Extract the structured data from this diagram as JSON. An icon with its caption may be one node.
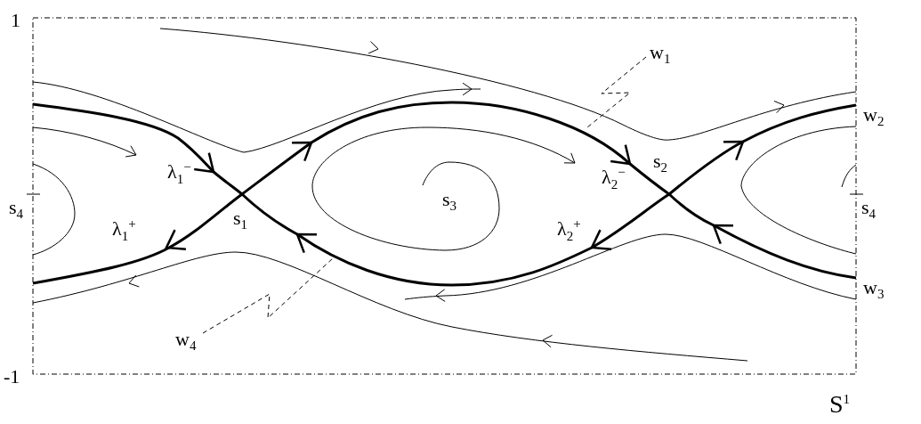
{
  "diagram": {
    "nodes": [
      {
        "text": [
          "w$_{1}$"
        ]
      },
      {
        "text": [
          "w$_{4}$"
        ]
      }
    ],
    "edges": [
      {
        "from": 0,
        "to": null,
        "arrow": "none",
        "style": "dashed"
      },
      {
        "from": 1,
        "to": null,
        "arrow": "none",
        "style": "dashed"
      }
    ],
    "labels": [
      "1",
      "s$_{4}$",
      "λ$_{1}$$^{−}$",
      "s$_{3}$",
      "λ$_{2}$$^{−}$",
      "s$_{2}$",
      "s$_{4}$",
      "w$_{2}$",
      "λ$_{1}$$^{+}$",
      "s$_{1}$",
      "λ$_{2}$$^{+}$",
      "w$_{3}$",
      "-1",
      "S$^{1}$"
    ]
  }
}
